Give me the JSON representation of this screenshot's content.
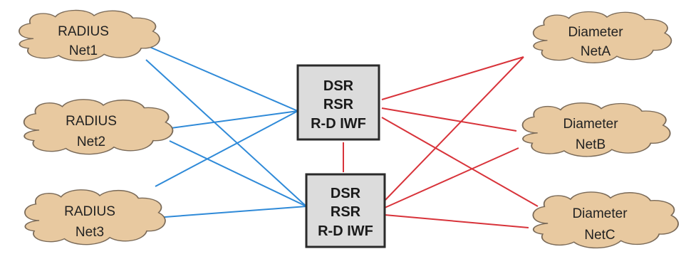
{
  "colors": {
    "radius_link": "#2f8ad8",
    "diameter_link": "#d8333a",
    "cloud_fill": "#e8c9a0",
    "cloud_outline": "#7a6a58",
    "node_fill": "#dcdcdc",
    "node_outline": "#2a2a2a"
  },
  "radius_nets": [
    {
      "line1": "RADIUS",
      "line2": "Net1"
    },
    {
      "line1": "RADIUS",
      "line2": "Net2"
    },
    {
      "line1": "RADIUS",
      "line2": "Net3"
    }
  ],
  "diameter_nets": [
    {
      "line1": "Diameter",
      "line2": "NetA"
    },
    {
      "line1": "Diameter",
      "line2": "NetB"
    },
    {
      "line1": "Diameter",
      "line2": "NetC"
    }
  ],
  "dsr_nodes": [
    {
      "line1": "DSR",
      "line2": "RSR",
      "line3": "R-D IWF"
    },
    {
      "line1": "DSR",
      "line2": "RSR",
      "line3": "R-D IWF"
    }
  ]
}
